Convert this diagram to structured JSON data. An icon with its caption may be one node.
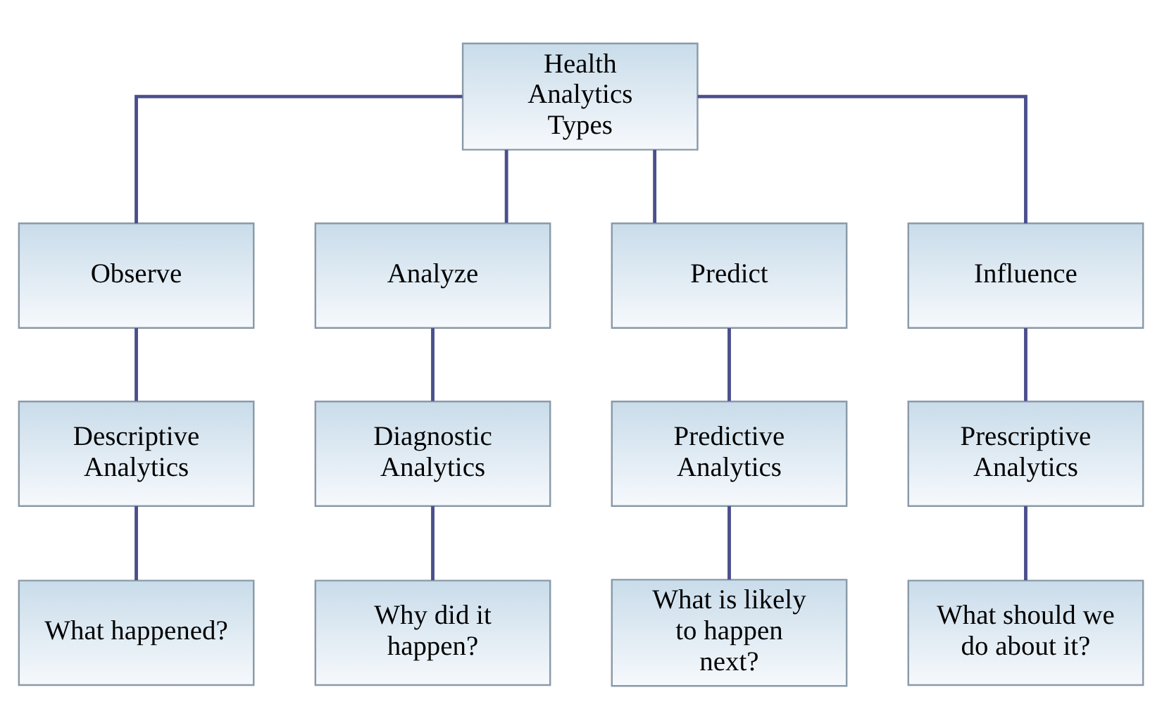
{
  "diagram": {
    "nodes": [
      {
        "text": [
          "Health Analytics Types"
        ]
      },
      {
        "text": [
          "Observe"
        ]
      },
      {
        "text": [
          "Analyze"
        ]
      },
      {
        "text": [
          "Predict"
        ]
      },
      {
        "text": [
          "Influence"
        ]
      },
      {
        "text": [
          "Descriptive Analytics"
        ]
      },
      {
        "text": [
          "Diagnostic Analytics"
        ]
      },
      {
        "text": [
          "Predictive Analytics"
        ]
      },
      {
        "text": [
          "Prescriptive Analytics"
        ]
      },
      {
        "text": [
          "What happened?"
        ]
      },
      {
        "text": [
          "Why did it happen?"
        ]
      },
      {
        "text": [
          "What is likely to happen next?"
        ]
      },
      {
        "text": [
          "What should we do about it?"
        ]
      }
    ],
    "edges": [
      {
        "from": 0,
        "to": 1,
        "arrow": "none"
      },
      {
        "from": 0,
        "to": 2,
        "arrow": "none"
      },
      {
        "from": 0,
        "to": 3,
        "arrow": "none"
      },
      {
        "from": 0,
        "to": 4,
        "arrow": "none"
      },
      {
        "from": 1,
        "to": 5,
        "arrow": "none"
      },
      {
        "from": 2,
        "to": 6,
        "arrow": "none"
      },
      {
        "from": 3,
        "to": 7,
        "arrow": "none"
      },
      {
        "from": 4,
        "to": 8,
        "arrow": "none"
      },
      {
        "from": 5,
        "to": 9,
        "arrow": "none"
      },
      {
        "from": 6,
        "to": 10,
        "arrow": "none"
      },
      {
        "from": 7,
        "to": 11,
        "arrow": "none"
      },
      {
        "from": 8,
        "to": 12,
        "arrow": "none"
      }
    ]
  }
}
